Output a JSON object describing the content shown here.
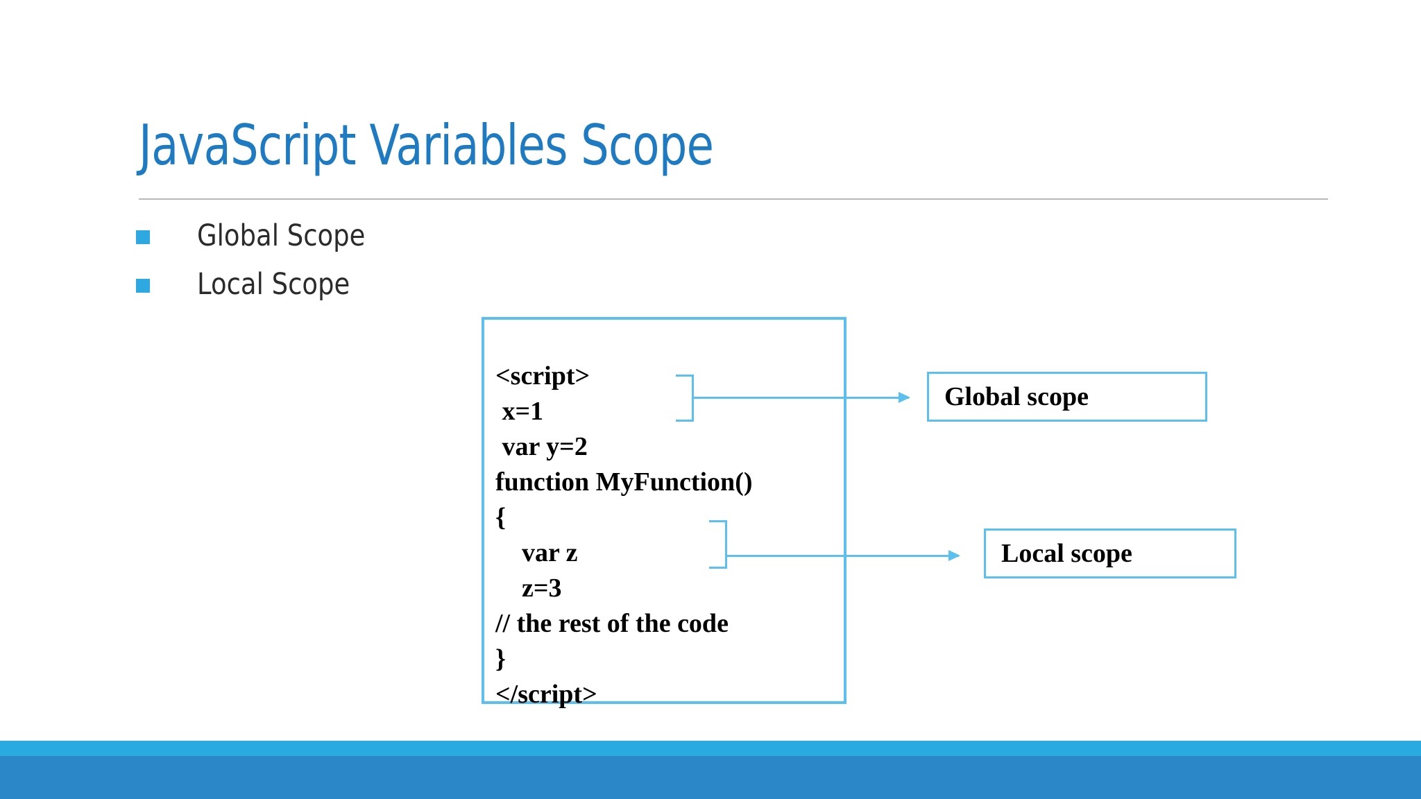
{
  "slide": {
    "title": "JavaScript Variables Scope",
    "bullets": [
      {
        "label": "Global Scope"
      },
      {
        "label": "Local Scope"
      }
    ],
    "code_box": {
      "lines": [
        "<script>",
        " x=1",
        " var y=2",
        "function MyFunction()",
        "{",
        "    var z",
        "    z=3",
        "// the rest of the code",
        "}",
        "</script>"
      ],
      "text": "<script>\n x=1\n var y=2\nfunction MyFunction()\n{\n    var z\n    z=3\n// the rest of the code\n}\n</script>"
    },
    "annotations": [
      {
        "label": "Global scope"
      },
      {
        "label": "Local scope"
      }
    ],
    "colors": {
      "title_blue": "#1F7BC1",
      "bullet_blue": "#2EA8E0",
      "outline_blue": "#5BC0F0",
      "footer_light": "#29ABE2",
      "footer_dark": "#2B87C8",
      "body_text": "#2b2b2b",
      "rule_gray": "#b8b8b8"
    }
  }
}
